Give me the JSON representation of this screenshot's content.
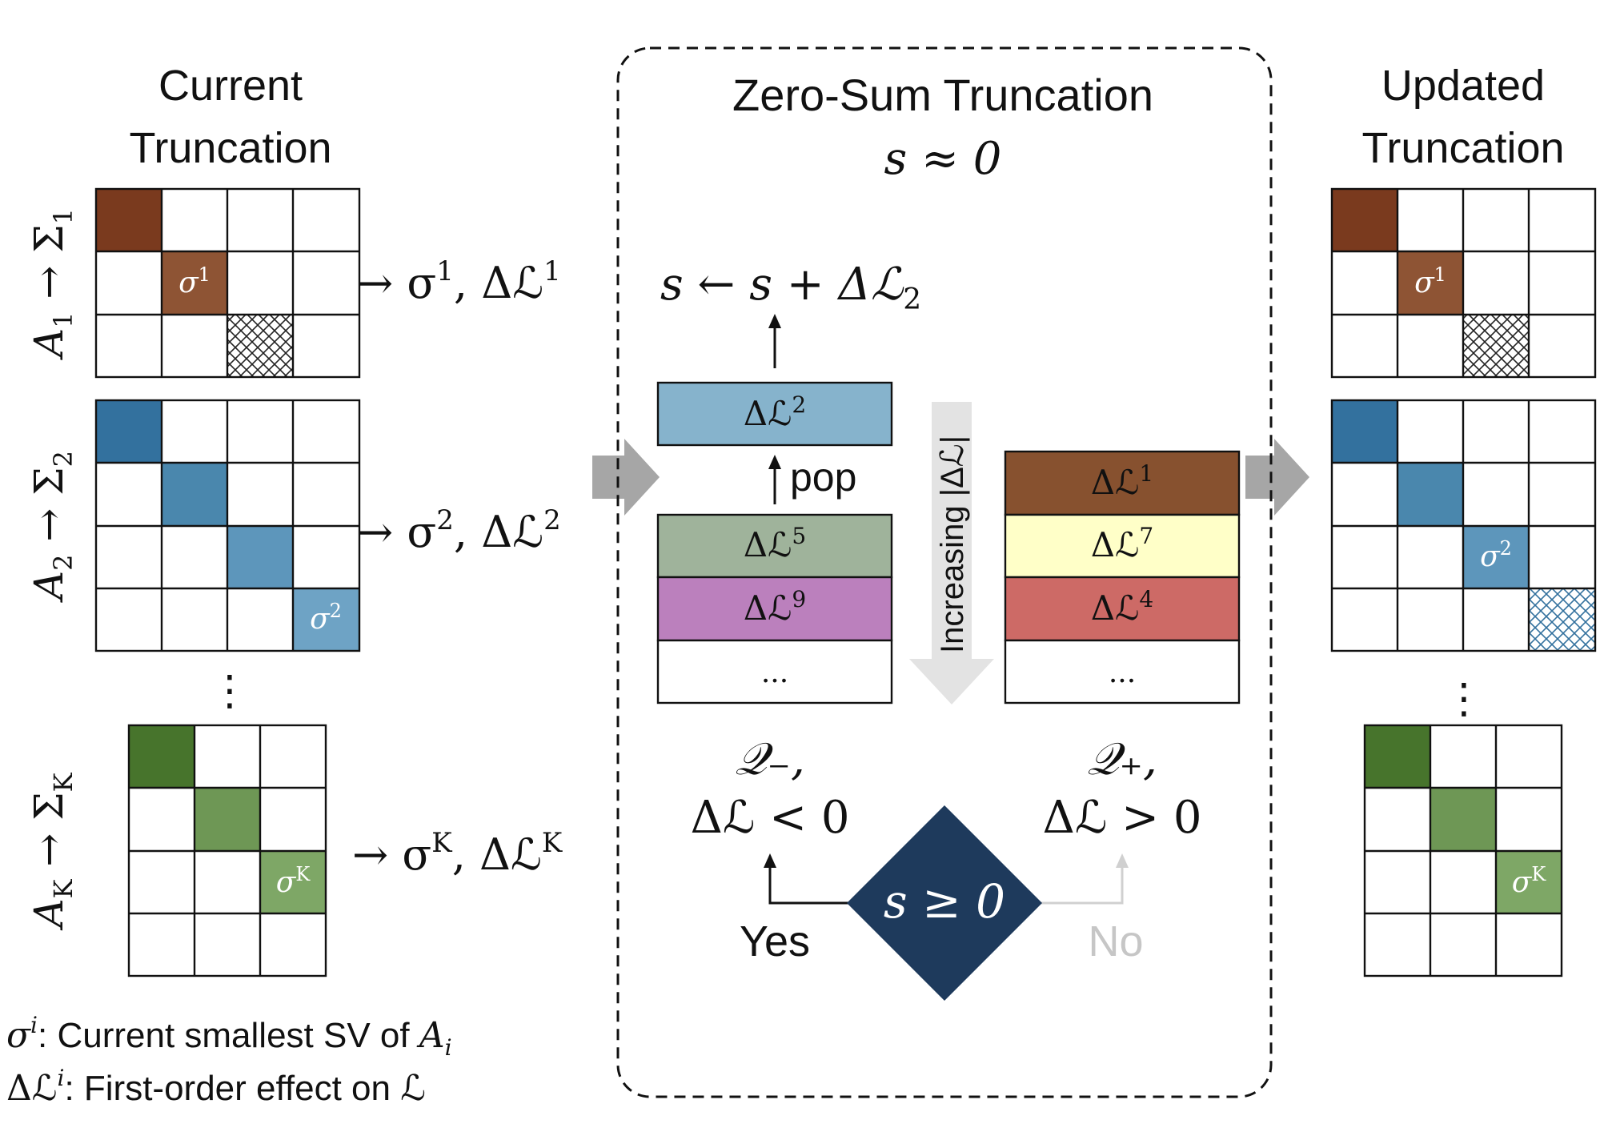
{
  "colors": {
    "brown_dark": "#7a3a1e",
    "brown": "#8e5434",
    "blue_dark": "#33719e",
    "blue": "#4a87ad",
    "blue_light": "#6ea3c5",
    "green_dark": "#47742c",
    "green": "#6e9755",
    "green_light": "#7ea766",
    "navy": "#1e3a5c",
    "queue_blue": "#86b3cc",
    "queue_sage": "#9fb39b",
    "queue_purple": "#bb80bd",
    "queue_brown": "#87512f",
    "queue_yellow": "#ffffc8",
    "queue_red": "#cd6a66",
    "arrow_gray": "#a6a6a6"
  },
  "left": {
    "title_line1": "Current",
    "title_line2": "Truncation",
    "row1_label": {
      "base": "A",
      "sub1": "1",
      "arrow": " → Σ",
      "sub2": "1"
    },
    "row2_label": {
      "base": "A",
      "sub1": "2",
      "arrow": " → Σ",
      "sub2": "2"
    },
    "row3_label": {
      "base": "A",
      "sub1": "K",
      "arrow": " → Σ",
      "sub2": "K"
    },
    "row1_output": {
      "prefix": "→ σ",
      "sup1": "1",
      "mid": ", Δℒ",
      "sup2": "1"
    },
    "row2_output": {
      "prefix": "→ σ",
      "sup1": "2",
      "mid": ", Δℒ",
      "sup2": "2"
    },
    "row3_output": {
      "prefix": "→ σ",
      "sup1": "K",
      "mid": ", Δℒ",
      "sup2": "K"
    },
    "cell1": {
      "base": "σ",
      "sup": "1"
    },
    "cell2": {
      "base": "σ",
      "sup": "2"
    },
    "cell3": {
      "base": "σ",
      "sup": "K"
    },
    "ellipsis": "⋮"
  },
  "legend": {
    "line1_sym": "σ",
    "line1_sup": "i",
    "line1_text": ":   Current smallest SV of ",
    "line1_var": "A",
    "line1_sub": "i",
    "line2_sym": "Δℒ",
    "line2_sup": "i",
    "line2_text": ": First-order effect on ",
    "line2_var": "ℒ"
  },
  "middle": {
    "title": "Zero-Sum Truncation",
    "subtitle": "s ≈ 0",
    "update_lhs": "s ← s + Δℒ",
    "update_sub": "2",
    "popped": {
      "base": "Δℒ",
      "sup": "2"
    },
    "pop_label": "pop",
    "queue_minus": [
      {
        "base": "Δℒ",
        "sup": "5"
      },
      {
        "base": "Δℒ",
        "sup": "9"
      },
      {
        "base": "...",
        "sup": ""
      }
    ],
    "queue_plus": [
      {
        "base": "Δℒ",
        "sup": "1"
      },
      {
        "base": "Δℒ",
        "sup": "7"
      },
      {
        "base": "Δℒ",
        "sup": "4"
      },
      {
        "base": "...",
        "sup": ""
      }
    ],
    "increasing_label": "Increasing |Δℒ|",
    "qminus_line1": "𝒬₋,",
    "qminus_line2": "Δℒ < 0",
    "qplus_line1": "𝒬₊,",
    "qplus_line2": "Δℒ > 0",
    "decision": "s ≥ 0",
    "yes": "Yes",
    "no": "No"
  },
  "right": {
    "title_line1": "Updated",
    "title_line2": "Truncation",
    "cell1": {
      "base": "σ",
      "sup": "1"
    },
    "cell2": {
      "base": "σ",
      "sup": "2"
    },
    "cell3": {
      "base": "σ",
      "sup": "K"
    },
    "ellipsis": "⋮"
  }
}
